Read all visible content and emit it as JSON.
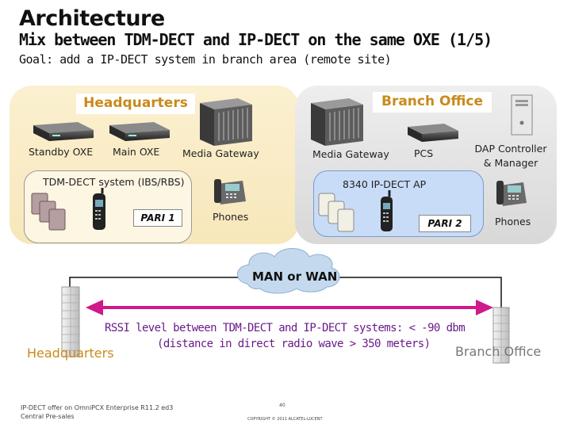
{
  "header": {
    "title": "Architecture",
    "subtitle": "Mix between TDM-DECT and IP-DECT on the same OXE (1/5)",
    "goal": "Goal: add a IP-DECT system in branch area (remote site)"
  },
  "headquarters": {
    "label": "Headquarters",
    "standby_oxe": "Standby OXE",
    "main_oxe": "Main OXE",
    "media_gateway": "Media Gateway",
    "tdm_system": "TDM-DECT system (IBS/RBS)",
    "pari": "PARI 1",
    "phones": "Phones"
  },
  "branch": {
    "label": "Branch Office",
    "media_gateway": "Media Gateway",
    "pcs": "PCS",
    "dap_controller": "DAP Controller",
    "dap_manager": "& Manager",
    "ap": "8340 IP-DECT AP",
    "pari": "PARI 2",
    "phones": "Phones"
  },
  "network": {
    "label": "MAN or WAN",
    "rssi_line1": "RSSI level between TDM-DECT and IP-DECT systems: < -90 dbm",
    "rssi_line2": "(distance in direct radio wave > 350 meters)",
    "hq_label": "Headquarters",
    "bo_label": "Branch Office"
  },
  "footer": {
    "line1": "IP-DECT offer on OmniPCX Enterprise R11.2 ed3",
    "line2": "Central Pre-sales",
    "page": "40",
    "copyright": "COPYRIGHT © 2011 ALCATEL-LUCENT"
  },
  "colors": {
    "accent_orange": "#c98a1a",
    "arrow_magenta": "#d0198a",
    "rssi_text": "#6a1a8a",
    "hq_panel": "#f7e7bb",
    "bo_panel": "#dcdcdc",
    "dect_box": "#c8dcf7"
  },
  "icons": [
    "server-icon",
    "media-gateway-icon",
    "desk-phone-icon",
    "dect-handset-icon",
    "base-station-icon",
    "access-point-icon",
    "pc-tower-icon",
    "cloud-icon",
    "building-icon"
  ]
}
